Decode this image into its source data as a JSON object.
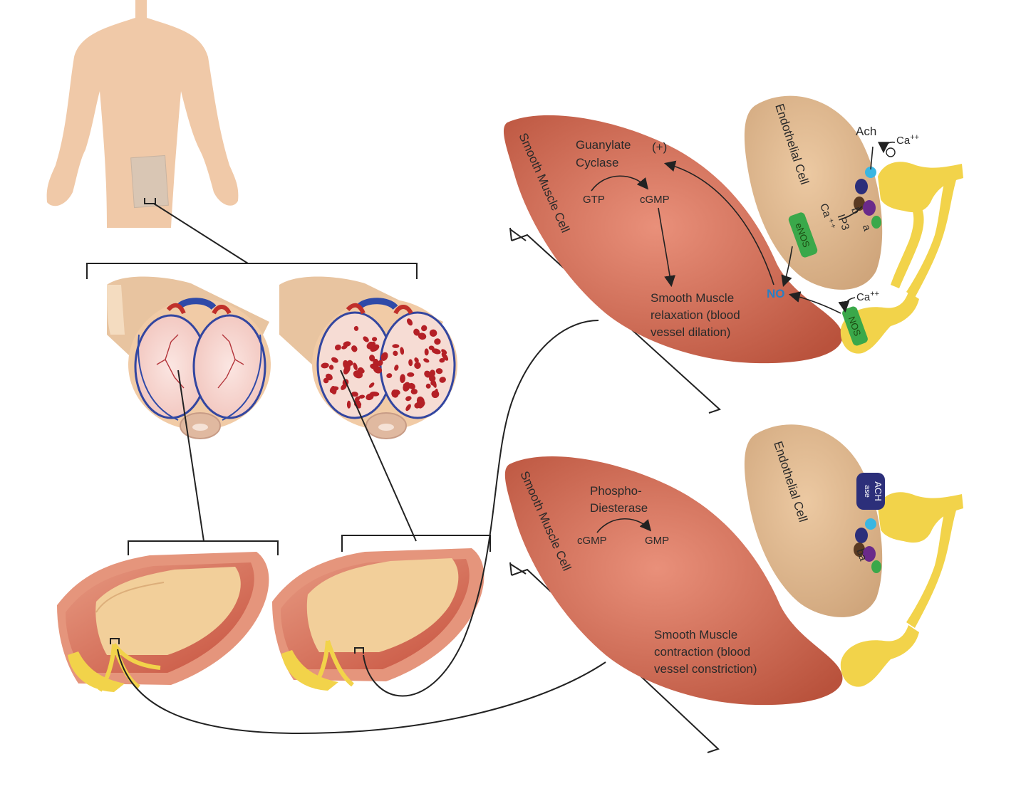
{
  "top_panel": {
    "smooth_muscle_cell": "Smooth Muscle Cell",
    "endothelial_cell": "Endothelial Cell",
    "guanylate": "Guanylate",
    "cyclase": "Cyclase",
    "plus": "(+)",
    "gtp": "GTP",
    "cgmp": "cGMP",
    "relax_1": "Smooth Muscle",
    "relax_2": "relaxation (blood",
    "relax_3": "vessel dilation)",
    "no": "NO",
    "enos": "eNOS",
    "nos": "NOS",
    "ca_ion": "Ca ⁺⁺",
    "ip3": "IP3",
    "ach": "Ach",
    "ca_top": "Ca",
    "ca_top_sup": "++",
    "ca_mid": "Ca",
    "ca_mid_sup": "++",
    "receptor_b": "b",
    "receptor_a": "a"
  },
  "bottom_panel": {
    "smooth_muscle_cell": "Smooth Muscle Cell",
    "endothelial_cell": "Endothelial Cell",
    "phospho": "Phospho-",
    "diesterase": "Diesterase",
    "cgmp": "cGMP",
    "gmp": "GMP",
    "contract_1": "Smooth Muscle",
    "contract_2": "contraction (blood",
    "contract_3": "vessel constriction)",
    "achase_1": "ACH",
    "achase_2": "ase",
    "receptor_ba": "ba"
  },
  "colors": {
    "skin": "#f0c9a8",
    "muscle": "#c9604a",
    "endothelial": "#ddb78e",
    "nerve": "#f2d34a",
    "enzyme": "#3aa84a",
    "achase": "#2c2f7a",
    "vein": "#2f4aa8",
    "artery": "#c0302a",
    "no_text": "#2a7fc4"
  }
}
